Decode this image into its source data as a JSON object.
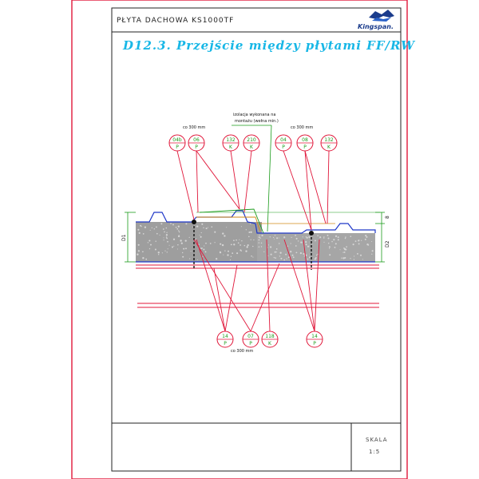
{
  "header": {
    "title": "PŁYTA DACHOWA KS1000TF",
    "logo_text": "Kingspan."
  },
  "drawing": {
    "title": "D12.3. Przejście między płytami FF/RW",
    "note_line1": "izolacja wykonana na",
    "note_line2": "montażu (wełna min.)",
    "spacing_label": "co 300 mm",
    "dim_left": "D1",
    "dim_right": "D2",
    "dim_top_right": "8"
  },
  "callouts_top": [
    {
      "num": "04b",
      "letter": "P"
    },
    {
      "num": "06",
      "letter": "P"
    },
    {
      "num": "132",
      "letter": "K"
    },
    {
      "num": "210",
      "letter": "K"
    },
    {
      "num": "04",
      "letter": "P"
    },
    {
      "num": "08",
      "letter": "P"
    },
    {
      "num": "132",
      "letter": "K"
    }
  ],
  "callouts_bottom": [
    {
      "num": "14",
      "letter": "P"
    },
    {
      "num": "07",
      "letter": "P"
    },
    {
      "num": "118",
      "letter": "K"
    },
    {
      "num": "14",
      "letter": "P"
    }
  ],
  "footer": {
    "scale_label": "SKALA",
    "scale_value": "1:5"
  },
  "colors": {
    "frame": "#e0173a",
    "leader": "#e0173a",
    "green": "#1a9b1a",
    "title": "#18b7e6",
    "insulation_left": "#9e9e9e",
    "insulation_right": "#a6a6a6",
    "sheet_outline": "#1f37c8"
  }
}
